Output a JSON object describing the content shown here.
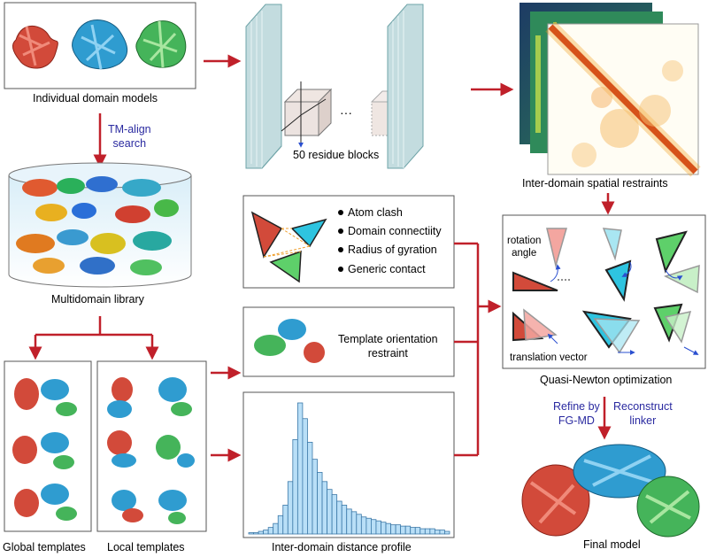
{
  "labels": {
    "individual_domain_models": "Individual domain models",
    "tm_align_line1": "TM-align",
    "tm_align_line2": "search",
    "multidomain_library": "Multidomain library",
    "residue_blocks": "50 residue blocks",
    "ellipsis": "···",
    "inter_domain_spatial_restraints": "Inter-domain spatial restraints",
    "global_templates": "Global templates",
    "local_templates": "Local templates",
    "template_orientation_line1": "Template orientation",
    "template_orientation_line2": "restraint",
    "inter_domain_distance_profile": "Inter-domain distance profile",
    "rotation_angle_line1": "rotation",
    "rotation_angle_line2": "angle",
    "translation_vector": "translation vector",
    "quasi_newton_optimization": "Quasi-Newton optimization",
    "refine_line1": "Refine by",
    "refine_line2": "FG-MD",
    "reconstruct_line1": "Reconstruct",
    "reconstruct_line2": "linker",
    "final_model": "Final model"
  },
  "energy_terms": [
    "Atom clash",
    "Domain connectiity",
    "Radius of gyration",
    "Generic contact"
  ],
  "histogram": {
    "values": [
      1,
      1,
      2,
      3,
      5,
      8,
      14,
      22,
      40,
      72,
      100,
      88,
      70,
      57,
      47,
      40,
      34,
      30,
      25,
      22,
      19,
      17,
      15,
      13,
      12,
      11,
      10,
      9,
      8,
      7,
      7,
      6,
      6,
      5,
      5,
      4,
      4,
      4,
      3,
      3,
      2
    ],
    "fill": "#b9dff7",
    "stroke": "#3b78a8"
  },
  "colors": {
    "arrow": "#c0202a",
    "domain_red": "#d24a3a",
    "domain_blue": "#2f9cd0",
    "domain_green": "#45b45a",
    "text_blue": "#2a2aa0"
  }
}
